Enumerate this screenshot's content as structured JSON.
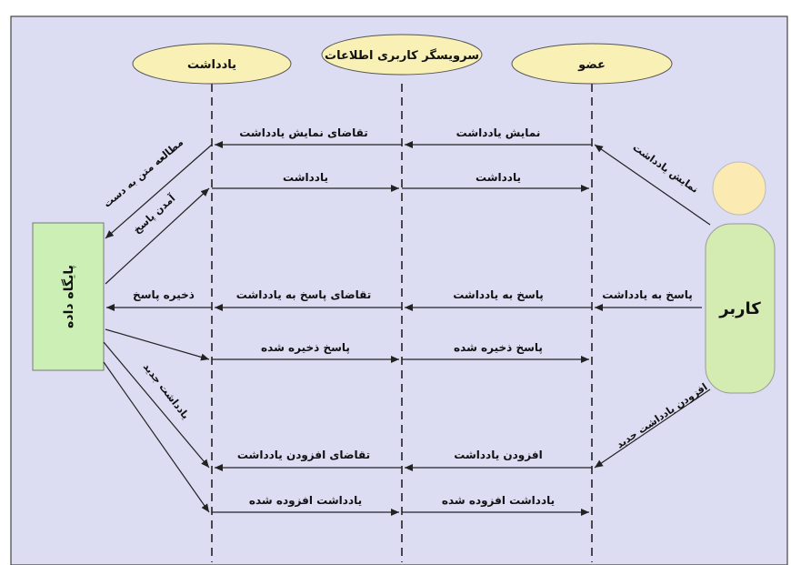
{
  "lifelines": {
    "post": "یادداشت",
    "web_server": "سرویسگر کاربری اطلاعات",
    "member": "عضو"
  },
  "actors": {
    "user": "کاربر",
    "database": "پایگاه داده"
  },
  "messages": {
    "user_to_member_show": "نمایش یادداشت",
    "member_to_server_show": "نمایش یادداشت",
    "server_to_post_request_show": "تقاضای نمایش یادداشت",
    "post_to_db_read": "مطالعه متن به دست",
    "db_to_post_answer": "آمدن پاسخ",
    "post_to_server_post": "یادداشت",
    "server_to_member_post": "یادداشت",
    "user_to_member_reply": "پاسخ به یادداشت",
    "member_to_server_reply": "پاسخ به یادداشت",
    "server_to_post_request_reply": "تقاضای پاسخ به یادداشت",
    "post_to_db_save": "ذخیره پاسخ",
    "post_to_server_reply_saved": "پاسخ ذخیره شده",
    "server_to_member_reply_saved": "پاسخ ذخیره شده",
    "user_to_member_add": "افزودن یادداشت جدید",
    "db_new_post": "یادداشت جدید",
    "member_to_server_add": "افزودن یادداشت",
    "server_to_post_request_add": "تقاضای افزودن یادداشت",
    "post_to_server_added": "یادداشت افزوده شده",
    "server_to_member_added": "یادداشت افزوده شده"
  },
  "colors": {
    "panel_bg": "#dcdcf2",
    "header_fill": "#f8f0b4",
    "db_fill": "#ccefb6",
    "user_body_fill": "#d4ebb2",
    "user_head_fill": "#fbeab2"
  }
}
